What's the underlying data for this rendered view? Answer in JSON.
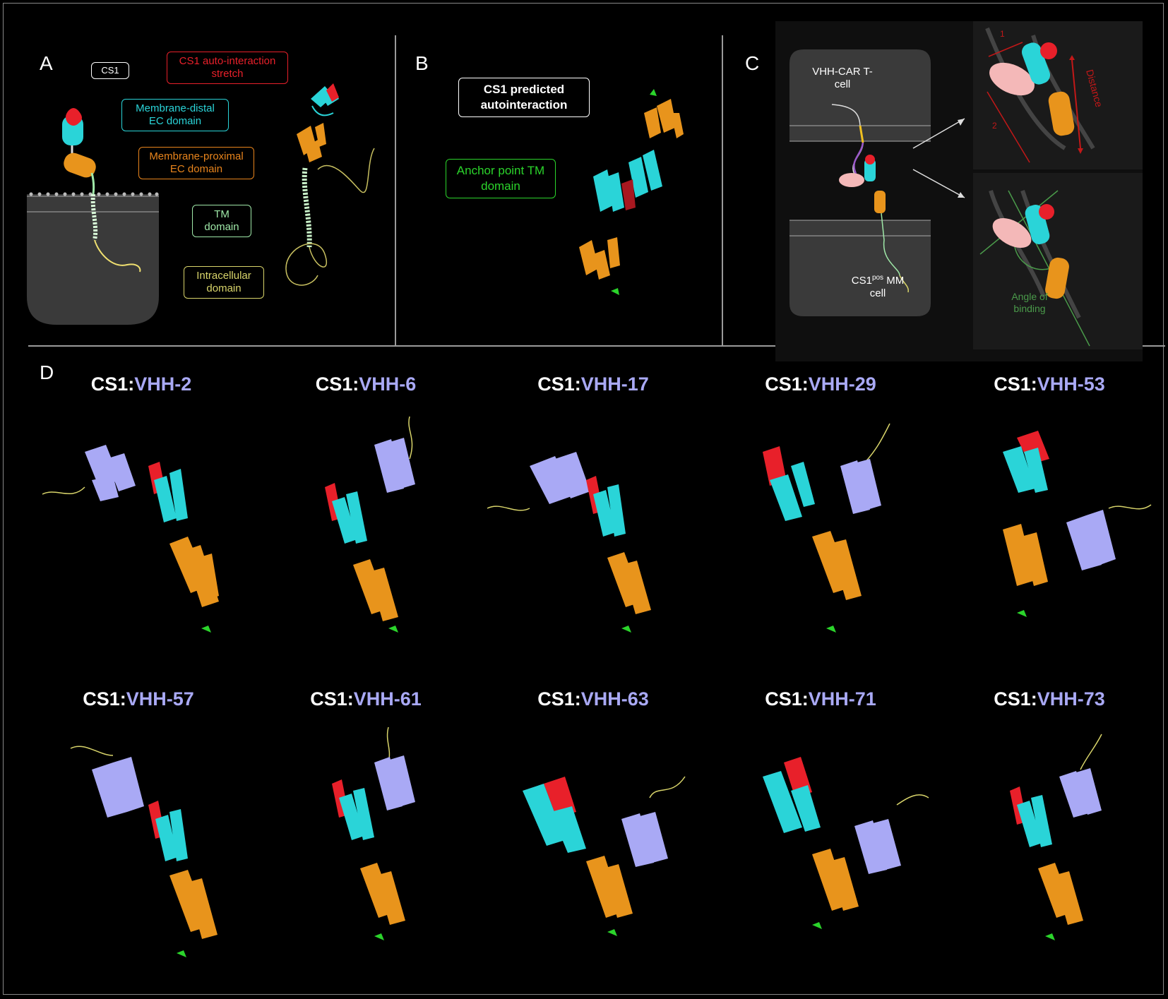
{
  "panels": {
    "a": {
      "letter": "A",
      "cs1": "CS1",
      "autointeraction": "CS1 auto-interaction stretch",
      "distal": "Membrane-distal EC domain",
      "proximal": "Membrane-proximal EC domain",
      "tm": "TM domain",
      "intracellular": "Intracellular domain"
    },
    "b": {
      "letter": "B",
      "predicted": "CS1 predicted autointeraction",
      "anchor": "Anchor point TM domain"
    },
    "c": {
      "letter": "C",
      "tcell": "VHH-CAR T- cell",
      "mmcell_pre": "CS1",
      "mmcell_sup": "pos",
      "mmcell_post": " MM cell",
      "distance": "Distance",
      "num1": "1",
      "num2": "2",
      "angle": "Angle of binding"
    },
    "d": {
      "letter": "D"
    }
  },
  "structures": [
    {
      "prefix": "CS1:",
      "name": "VHH-2"
    },
    {
      "prefix": "CS1:",
      "name": "VHH-6"
    },
    {
      "prefix": "CS1:",
      "name": "VHH-17"
    },
    {
      "prefix": "CS1:",
      "name": "VHH-29"
    },
    {
      "prefix": "CS1:",
      "name": "VHH-53"
    },
    {
      "prefix": "CS1:",
      "name": "VHH-57"
    },
    {
      "prefix": "CS1:",
      "name": "VHH-61"
    },
    {
      "prefix": "CS1:",
      "name": "VHH-63"
    },
    {
      "prefix": "CS1:",
      "name": "VHH-71"
    },
    {
      "prefix": "CS1:",
      "name": "VHH-73"
    }
  ],
  "colors": {
    "background": "#000000",
    "autointeraction": "#e8202a",
    "distal": "#2ad4d8",
    "proximal": "#e8841c",
    "tm": "#9fe8a8",
    "intracellular": "#d8d46a",
    "vhh": "#a9a9f5",
    "anchor": "#2bd42b",
    "cell": "#3a3a3a"
  }
}
